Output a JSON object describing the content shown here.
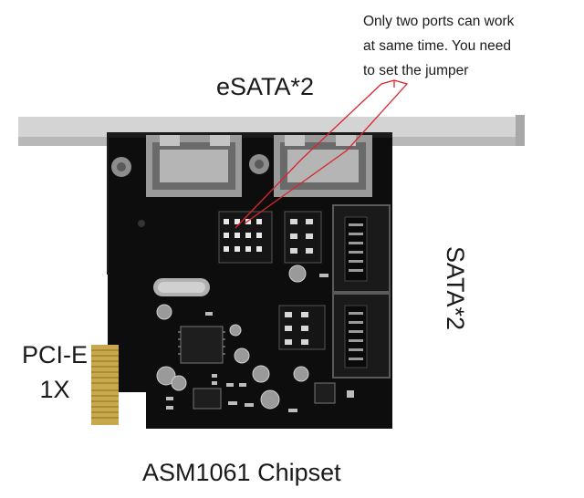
{
  "annotations": {
    "jumper_note_lines": [
      "Only two ports can work",
      "at same time. You need",
      "to set the jumper"
    ],
    "esata_label": "eSATA*2",
    "sata_label": "SATA*2",
    "pcie_label_lines": [
      "PCI-E",
      "1X"
    ],
    "chipset_label": "ASM1061 Chipset"
  },
  "colors": {
    "pcb": "#0c0c0c",
    "bracket": "#c9c9c9",
    "gold_fingers": "#c8a84a",
    "callout_line": "#d8262c",
    "text": "#1a1a1a"
  }
}
